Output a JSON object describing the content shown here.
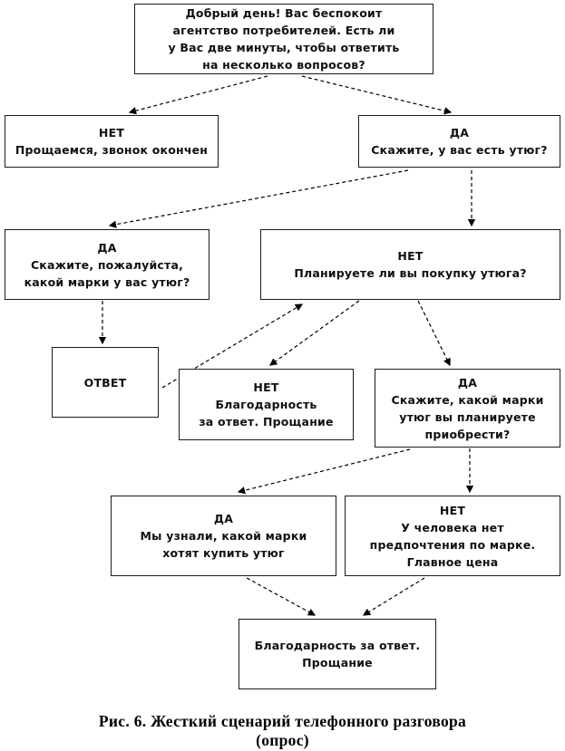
{
  "diagram": {
    "title": "Жесткий сценарий телефонного разговора (опрос)",
    "nodes": {
      "greeting": {
        "text": "Добрый день! Вас беспокоит\nагентство потребителей. Есть ли\nу Вас две минуты, чтобы ответить\nна несколько вопросов?"
      },
      "no_end": {
        "text": "НЕТ\nПрощаемся, звонок окончен"
      },
      "yes_iron": {
        "text": "ДА\nСкажите, у вас есть утюг?"
      },
      "yes_brand": {
        "text": "ДА\nСкажите, пожалуйста,\nкакой марки у вас утюг?"
      },
      "no_plan": {
        "text": "НЕТ\nПланируете ли вы покупку утюга?"
      },
      "answer": {
        "text": "ОТВЕТ"
      },
      "no_thanks": {
        "text": "НЕТ\nБлагодарность\nза ответ. Прощание"
      },
      "yes_which": {
        "text": "ДА\nСкажите, какой марки\nутюг вы планируете\nприобрести?"
      },
      "yes_learned": {
        "text": "ДА\nМы узнали, какой марки\nхотят купить утюг"
      },
      "no_pref": {
        "text": "НЕТ\nУ человека нет\nпредпочтения по марке.\nГлавное цена"
      },
      "final": {
        "text": "Благодарность за ответ.\nПрощание"
      }
    },
    "edges": [
      "greeting->no_end",
      "greeting->yes_iron",
      "yes_iron->yes_brand",
      "yes_iron->no_plan",
      "yes_brand->answer",
      "answer->no_plan",
      "no_plan->no_thanks",
      "no_plan->yes_which",
      "yes_which->yes_learned",
      "yes_which->no_pref",
      "yes_learned->final",
      "no_pref->final"
    ]
  },
  "caption": {
    "text": "Рис. 6. Жесткий сценарий телефонного разговора\n(опрос)"
  },
  "colors": {
    "box_border": "#1a1a1a",
    "arrow": "#000000",
    "background": "#ffffff",
    "text": "#111111"
  }
}
